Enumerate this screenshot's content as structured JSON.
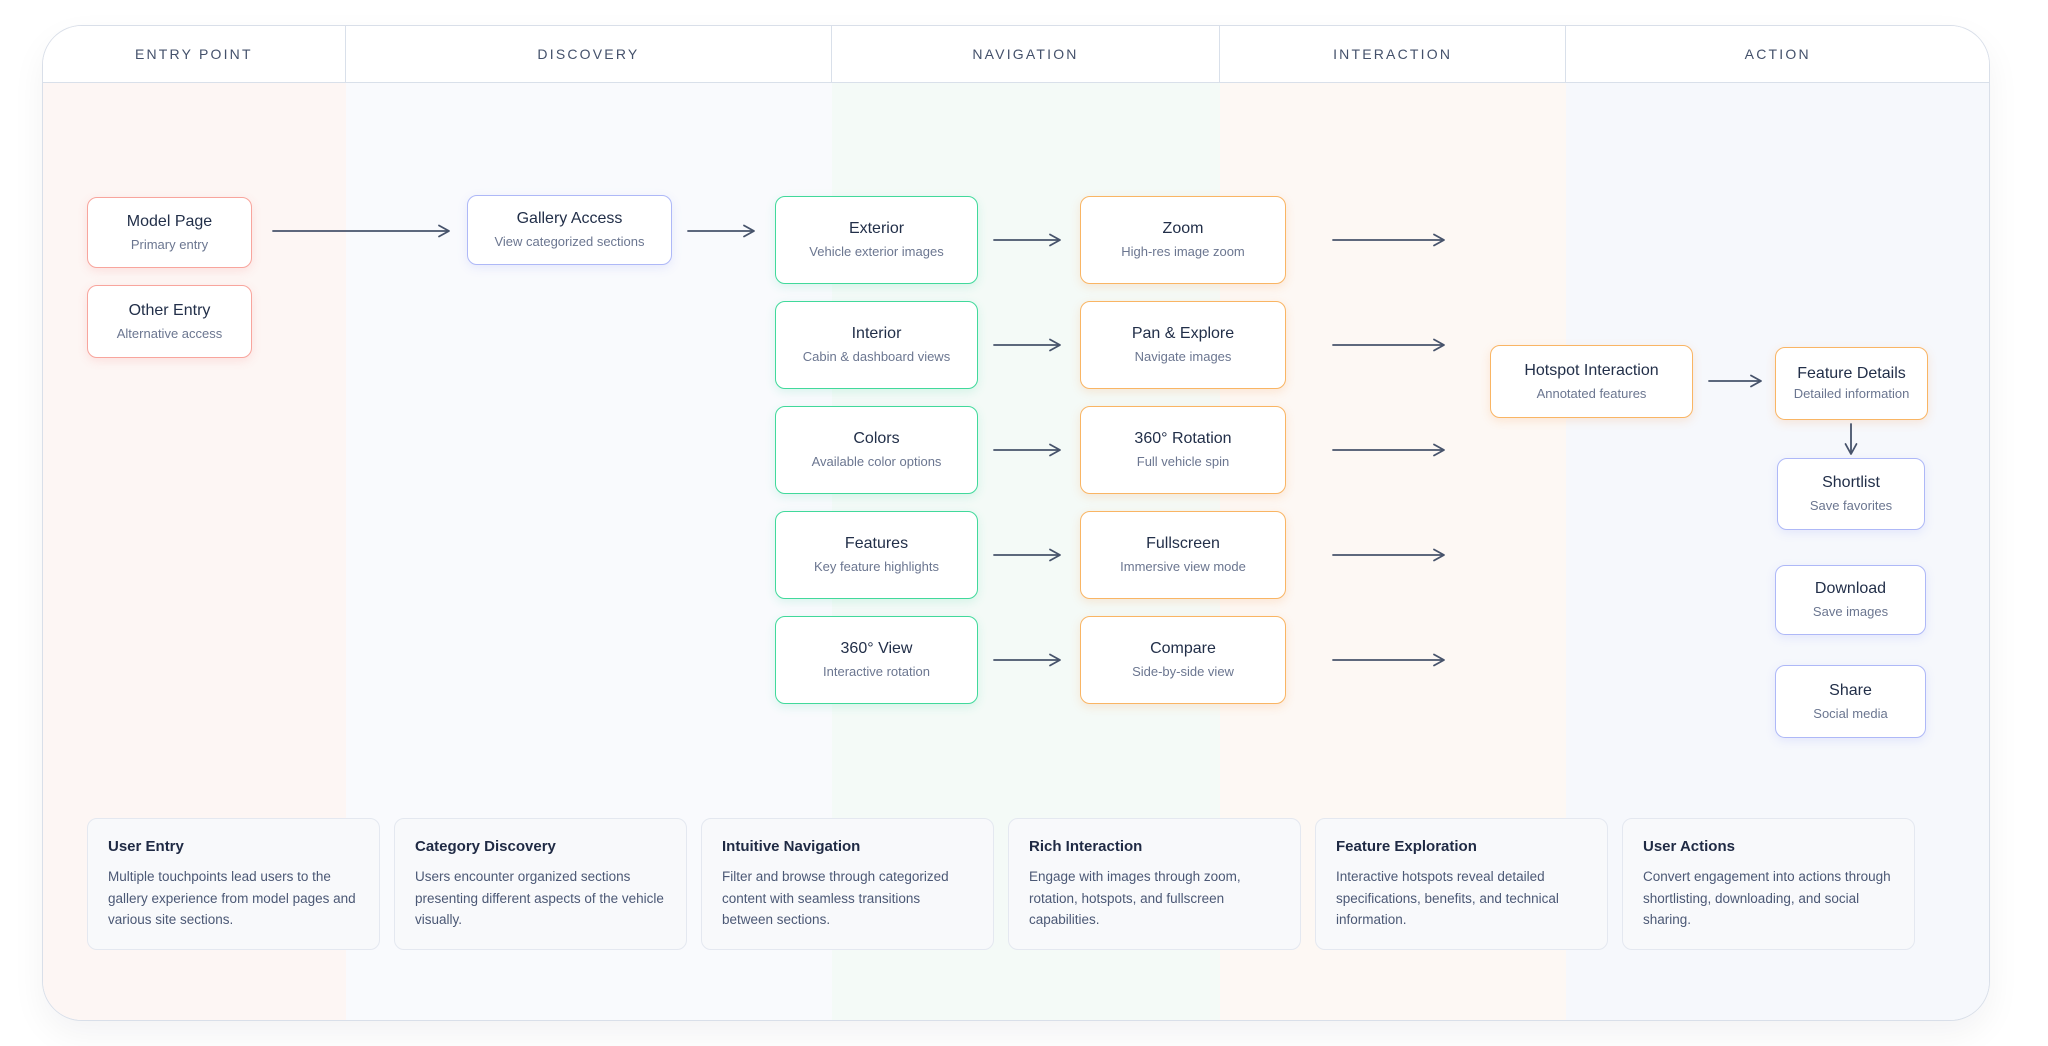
{
  "header": {
    "columns": [
      {
        "label": "ENTRY POINT"
      },
      {
        "label": "DISCOVERY"
      },
      {
        "label": "NAVIGATION"
      },
      {
        "label": "INTERACTION"
      },
      {
        "label": "ACTION"
      }
    ]
  },
  "flow": {
    "entry": {
      "items": [
        {
          "title": "Model Page",
          "subtitle": "Primary entry"
        },
        {
          "title": "Other Entry",
          "subtitle": "Alternative access"
        }
      ]
    },
    "discovery": {
      "items": [
        {
          "title": "Gallery Access",
          "subtitle": "View categorized sections"
        }
      ]
    },
    "navigation": {
      "items": [
        {
          "title": "Exterior",
          "subtitle": "Vehicle exterior images"
        },
        {
          "title": "Interior",
          "subtitle": "Cabin & dashboard views"
        },
        {
          "title": "Colors",
          "subtitle": "Available color options"
        },
        {
          "title": "Features",
          "subtitle": "Key feature highlights"
        },
        {
          "title": "360° View",
          "subtitle": "Interactive rotation"
        }
      ]
    },
    "interaction": {
      "items": [
        {
          "title": "Zoom",
          "subtitle": "High-res image zoom"
        },
        {
          "title": "Pan & Explore",
          "subtitle": "Navigate images"
        },
        {
          "title": "360° Rotation",
          "subtitle": "Full vehicle spin"
        },
        {
          "title": "Fullscreen",
          "subtitle": "Immersive view mode"
        },
        {
          "title": "Compare",
          "subtitle": "Side-by-side view"
        }
      ]
    },
    "hotspot": {
      "title": "Hotspot Interaction",
      "subtitle": "Annotated features"
    },
    "action": {
      "items": [
        {
          "title": "Feature Details",
          "subtitle": "Detailed information"
        },
        {
          "title": "Shortlist",
          "subtitle": "Save favorites"
        },
        {
          "title": "Download",
          "subtitle": "Save images"
        },
        {
          "title": "Share",
          "subtitle": "Social media"
        }
      ]
    }
  },
  "legend": {
    "cards": [
      {
        "title": "User Entry",
        "description": "Multiple touchpoints lead users to the gallery experience from model pages and various site sections."
      },
      {
        "title": "Category Discovery",
        "description": "Users encounter organized sections presenting different aspects of the vehicle visually."
      },
      {
        "title": "Intuitive Navigation",
        "description": "Filter and browse through categorized content with seamless transitions between sections."
      },
      {
        "title": "Rich Interaction",
        "description": "Engage with images through zoom, rotation, hotspots, and fullscreen capabilities."
      },
      {
        "title": "Feature Exploration",
        "description": "Interactive hotspots reveal detailed specifications, benefits, and technical information."
      },
      {
        "title": "User Actions",
        "description": "Convert engagement into actions through shortlisting, downloading, and social sharing."
      }
    ]
  },
  "colors": {
    "entry_border": "#f8a59d",
    "discovery_border": "#aeb8f7",
    "navigation_border": "#41d99b",
    "interaction_border": "#f9b564",
    "action_border": "#aeb8f7",
    "arrow": "#47536b",
    "band_entry": "#fdf6f4",
    "band_discovery": "#f9fafd",
    "band_navigation": "#f4faf7",
    "band_interaction": "#fdf8f4",
    "band_action": "#f6f8fc"
  }
}
